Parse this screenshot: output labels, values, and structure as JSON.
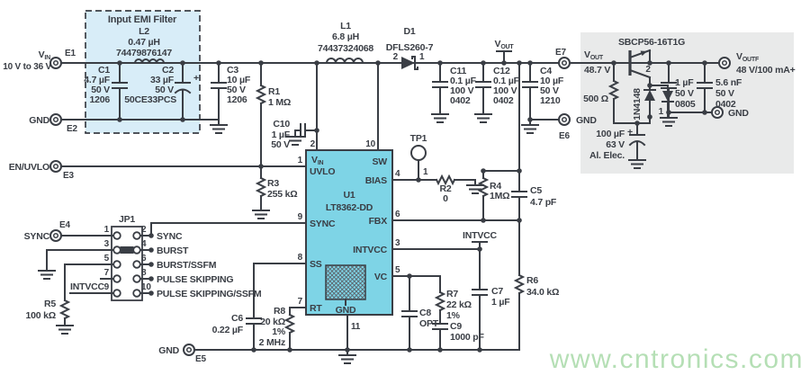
{
  "colors": {
    "ink": "#3a3e45",
    "chip_fill": "#7ed4e6",
    "emi_fill": "#d8edf8",
    "gray_fill": "#e9eaea",
    "watermark": "#8fcf8f"
  },
  "watermark": "www.cntronics.com",
  "terminals": {
    "e1": "E1",
    "e2": "E2",
    "e3": "E3",
    "e4": "E4",
    "e5": "E5",
    "e6": "E6",
    "e7": "E7"
  },
  "left_labels": {
    "vin": "V",
    "vin_sub": "IN",
    "vin_range": "10 V to 36 V",
    "gnd_in": "GND",
    "en_uvlo": "EN/UVLO",
    "sync_in": "SYNC",
    "gnd_e5": "GND"
  },
  "emi": {
    "title": "Input EMI Filter",
    "l2": [
      "L2",
      "0.47 µH",
      "74479876147"
    ],
    "c1": [
      "C1",
      "4.7 µF",
      "50 V",
      "1206"
    ],
    "c2": [
      "C2",
      "33 µF",
      "50 V",
      "50CE33PCS"
    ],
    "c2_plus": "+"
  },
  "net": {
    "c3": [
      "C3",
      "10 µF",
      "50 V",
      "1206"
    ],
    "r1": [
      "R1",
      "1 MΩ"
    ],
    "c10": [
      "C10",
      "1 µF",
      "50 V"
    ],
    "l1": [
      "L1",
      "6.8 µH",
      "74437324068"
    ],
    "d1": [
      "D1",
      "DFLS260-7"
    ],
    "d1_p2": "2",
    "d1_p1": "1",
    "c11": [
      "C11",
      "0.1 µF",
      "100 V",
      "0402"
    ],
    "c12": [
      "C12",
      "0.1 µF",
      "100 V",
      "0402"
    ],
    "vout_v": "V",
    "vout_sub": "OUT",
    "c4": [
      "C4",
      "10 µF",
      "50 V",
      "1210"
    ],
    "r3": [
      "R3",
      "255 kΩ"
    ],
    "tp1": "TP1",
    "tp1_pin": "1",
    "r2": [
      "R2",
      "0"
    ],
    "r4": [
      "R4",
      "1MΩ"
    ],
    "c5": [
      "C5",
      "4.7 pF"
    ],
    "r6": [
      "R6",
      "34.0 kΩ"
    ],
    "intvcc_flag": "INTVCC",
    "c7": [
      "C7",
      "1 µF"
    ],
    "c8": [
      "C8",
      "OPT"
    ],
    "r7": [
      "R7",
      "22 kΩ",
      "1%"
    ],
    "c9": [
      "C9",
      "1000 pF"
    ],
    "r8": [
      "R8",
      "20 kΩ",
      "1%",
      "2 MHz"
    ],
    "c6": [
      "C6",
      "0.22 µF"
    ],
    "r5": [
      "R5",
      "100 kΩ"
    ]
  },
  "chip": {
    "ref": "U1",
    "part": "LT8362-DD",
    "vin_v": "V",
    "vin_sub": "IN",
    "uvlo": "UVLO",
    "sync": "SYNC",
    "ss": "SS",
    "rt": "RT",
    "sw": "SW",
    "bias": "BIAS",
    "fbx": "FBX",
    "intvcc": "INTVCC",
    "vc": "VC",
    "gnd": "GND",
    "p1": "1",
    "p2": "2",
    "p3": "3",
    "p4": "4",
    "p5": "5",
    "p6": "6",
    "p7": "7",
    "p8": "8",
    "p9": "9",
    "p10": "10",
    "p11": "11"
  },
  "jp1": {
    "ref": "JP1",
    "pins_left": [
      "1",
      "3",
      "5",
      "7",
      "9"
    ],
    "pins_right": [
      "2",
      "4",
      "6",
      "8",
      "10"
    ],
    "labels": [
      "SYNC",
      "BURST",
      "BURST/SSFM",
      "PULSE SKIPPING",
      "PULSE SKIPPING/SSFM"
    ],
    "intvcc": "INTVCC"
  },
  "outbox": {
    "part": "SBCP56-16T1G",
    "vout_v": "V",
    "vout_sub": "OUT",
    "vout_val": "48.7 V",
    "rbase": "500 Ω",
    "d2": "1N4148",
    "d2_p2": "2",
    "d2_p1": "1",
    "c_a": [
      "1 µF",
      "50 V",
      "0805"
    ],
    "c_b": [
      "5.6 nF",
      "50 V",
      "0402"
    ],
    "voutf_v": "V",
    "voutf_sub": "OUTF",
    "voutf_val": "48 V/100 mA+",
    "gnd_out": "GND",
    "bulk": [
      "100 µF",
      "63 V",
      "Al. Elec."
    ],
    "bulk_plus": "+"
  }
}
